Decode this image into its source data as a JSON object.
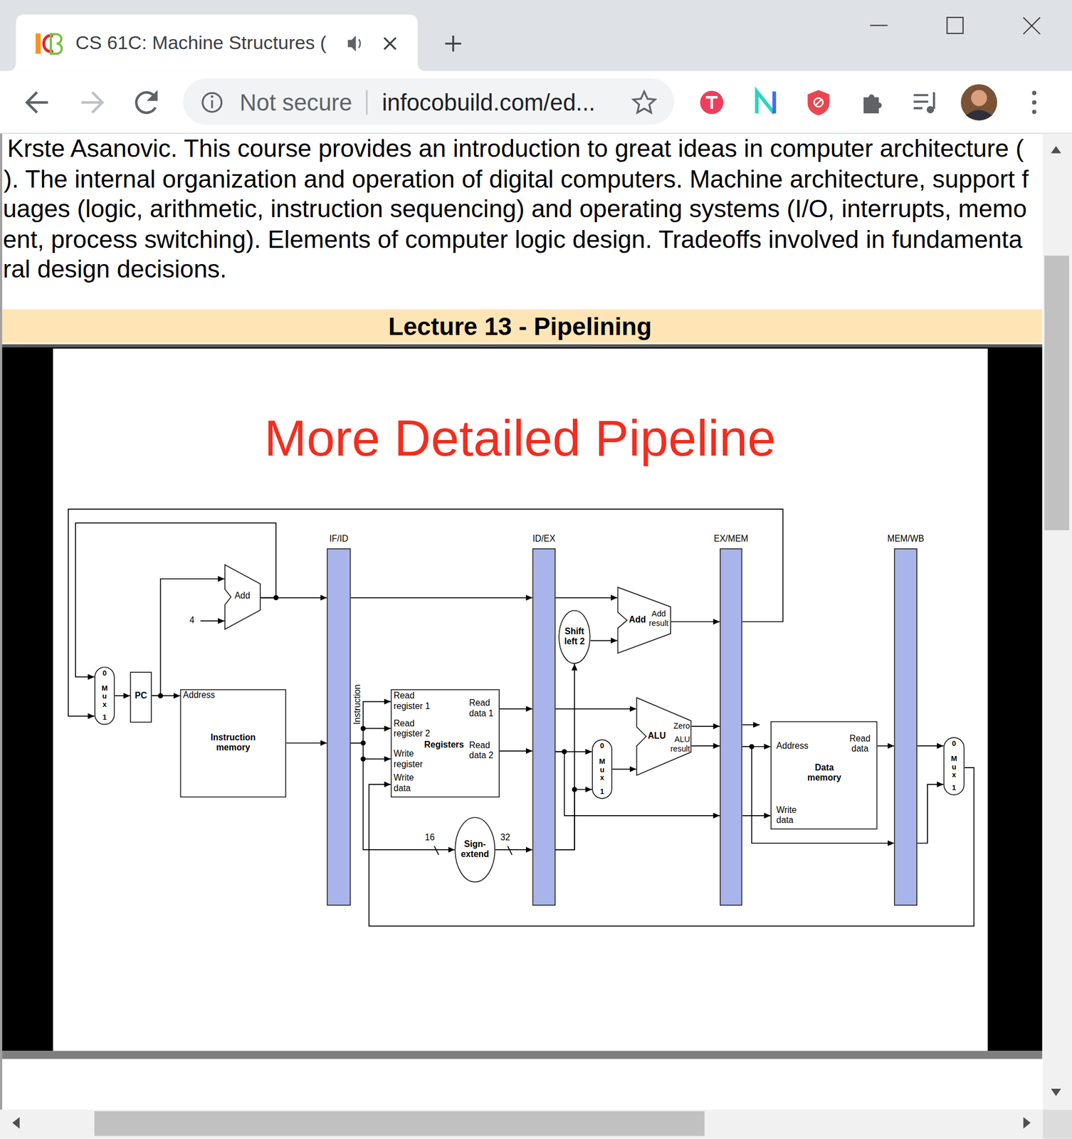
{
  "diagram": {
    "title": "More Detailed Pipeline",
    "nodes": [
      {
        "text": [
          "0",
          "M u x",
          "1"
        ]
      },
      {
        "text": [
          "PC"
        ]
      },
      {
        "text": [
          "Add"
        ]
      },
      {
        "text": [
          "Address",
          "Instruction memory"
        ]
      },
      {
        "text": [
          "IF/ID"
        ]
      },
      {
        "text": [
          "Read register 1",
          "Read register 2",
          "Registers",
          "Write register",
          "Write data",
          "Read data 1",
          "Read data 2"
        ]
      },
      {
        "text": [
          "Sign-extend"
        ]
      },
      {
        "text": [
          "ID/EX"
        ]
      },
      {
        "text": [
          "Shift left 2"
        ]
      },
      {
        "text": [
          "Add",
          "Add result"
        ]
      },
      {
        "text": [
          "0",
          "M u x",
          "1"
        ]
      },
      {
        "text": [
          "ALU",
          "Zero",
          "ALU result"
        ]
      },
      {
        "text": [
          "EX/MEM"
        ]
      },
      {
        "text": [
          "Address",
          "Read data",
          "Data memory",
          "Write data"
        ]
      },
      {
        "text": [
          "MEM/WB"
        ]
      },
      {
        "text": [
          "0",
          "M u x",
          "1"
        ]
      }
    ],
    "edges": [
      {
        "from": 0,
        "to": 1,
        "arrow": "to"
      },
      {
        "from": 1,
        "to": 2,
        "arrow": "to"
      },
      {
        "from": 1,
        "to": 3,
        "arrow": "to"
      },
      {
        "from": 2,
        "to": 4,
        "arrow": "to"
      },
      {
        "from": 2,
        "to": 0,
        "arrow": "to"
      },
      {
        "from": 3,
        "to": 4,
        "arrow": "to"
      },
      {
        "from": 4,
        "to": 7,
        "arrow": "to"
      },
      {
        "from": 4,
        "to": 5,
        "arrow": "to"
      },
      {
        "from": 4,
        "to": 6,
        "arrow": "to"
      },
      {
        "from": 5,
        "to": 7,
        "arrow": "to"
      },
      {
        "from": 5,
        "to": 7,
        "arrow": "to"
      },
      {
        "from": 6,
        "to": 7,
        "arrow": "to"
      },
      {
        "from": 7,
        "to": 9,
        "arrow": "to"
      },
      {
        "from": 7,
        "to": 8,
        "arrow": "to"
      },
      {
        "from": 7,
        "to": 10,
        "arrow": "to"
      },
      {
        "from": 8,
        "to": 9,
        "arrow": "to"
      },
      {
        "from": 7,
        "to": 11,
        "arrow": "to"
      },
      {
        "from": 7,
        "to": 10,
        "arrow": "to"
      },
      {
        "from": 7,
        "to": 12,
        "arrow": "to"
      },
      {
        "from": 10,
        "to": 11,
        "arrow": "to"
      },
      {
        "from": 9,
        "to": 12,
        "arrow": "to"
      },
      {
        "from": 11,
        "to": 12,
        "arrow": "to"
      },
      {
        "from": 11,
        "to": 12,
        "arrow": "to"
      },
      {
        "from": 12,
        "to": 0,
        "arrow": "to"
      },
      {
        "from": 12,
        "to": 13,
        "arrow": "to"
      },
      {
        "from": 12,
        "to": 13,
        "arrow": "to"
      },
      {
        "from": 12,
        "to": 14,
        "arrow": "to"
      },
      {
        "from": 13,
        "to": 14,
        "arrow": "to"
      },
      {
        "from": 14,
        "to": 15,
        "arrow": "to"
      },
      {
        "from": 14,
        "to": 15,
        "arrow": "to"
      },
      {
        "from": 15,
        "to": 5,
        "arrow": "to"
      }
    ],
    "labels": [
      "CS 61C: Machine Structures (",
      "Not secure",
      "infocobuild.com/ed...",
      "Krste Asanovic. This course provides an introduction to great ideas in computer architecture (",
      "). The internal organization and operation of digital computers. Machine architecture, support f",
      "uages (logic, arithmetic, instruction sequencing) and operating systems (I/O, interrupts, memo",
      "ent, process switching). Elements of computer logic design. Tradeoffs involved in fundamenta",
      "ral design decisions.",
      "Lecture 13 - Pipelining",
      "4",
      "Instruction",
      "16",
      "32"
    ]
  }
}
